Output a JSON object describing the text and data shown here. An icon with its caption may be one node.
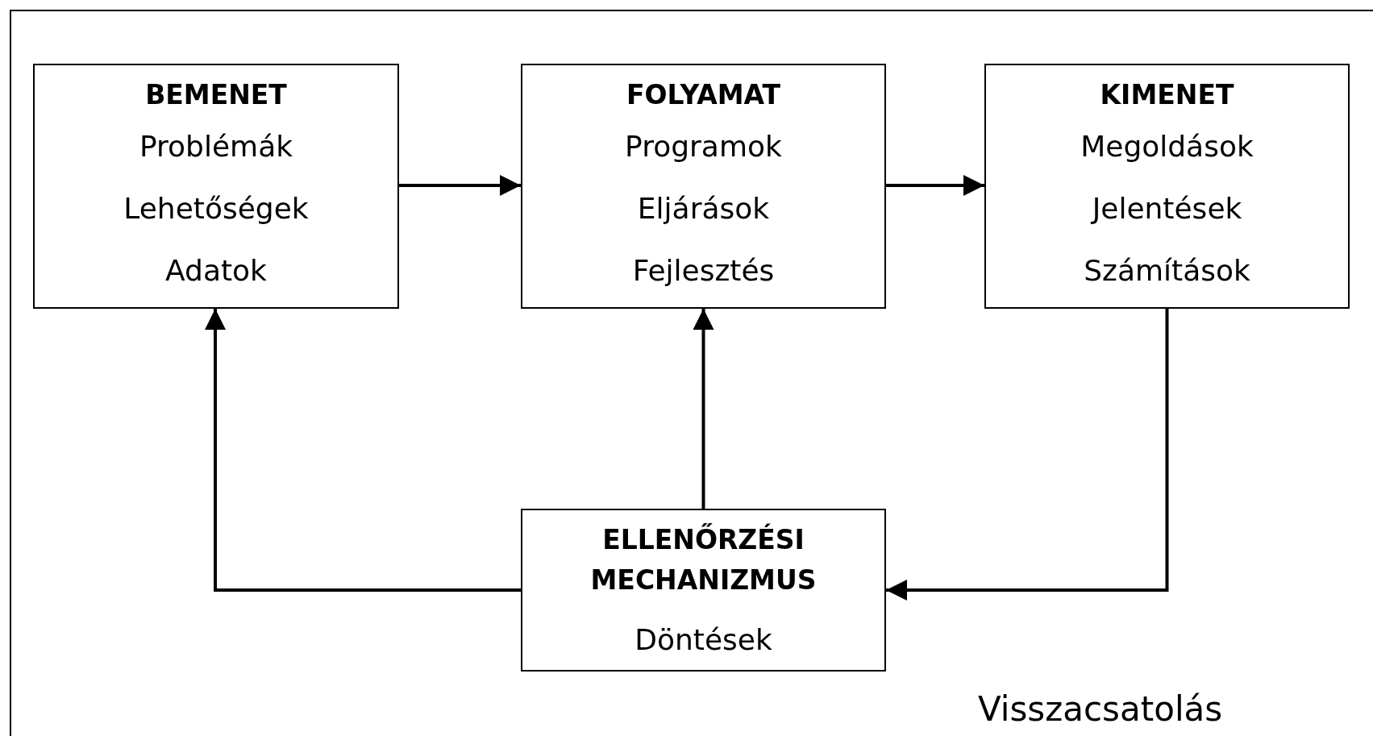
{
  "diagram": {
    "nodes": [
      {
        "text": [
          "BEMENET",
          "Problémák",
          "Lehetőségek",
          "Adatok"
        ]
      },
      {
        "text": [
          "FOLYAMAT",
          "Programok",
          "Eljárások",
          "Fejlesztés"
        ]
      },
      {
        "text": [
          "KIMENET",
          "Megoldások",
          "Jelentések",
          "Számítások"
        ]
      },
      {
        "text": [
          "ELLENŐRZÉSI MECHANIZMUS",
          "Döntések"
        ]
      }
    ],
    "edges": [
      {
        "from": 0,
        "to": 1,
        "arrow": "to"
      },
      {
        "from": 1,
        "to": 2,
        "arrow": "to"
      },
      {
        "from": 2,
        "to": 3,
        "arrow": "to"
      },
      {
        "from": 3,
        "to": 0,
        "arrow": "to"
      },
      {
        "from": 3,
        "to": 1,
        "arrow": "to"
      }
    ],
    "labels": [
      "Visszacsatolás"
    ]
  }
}
